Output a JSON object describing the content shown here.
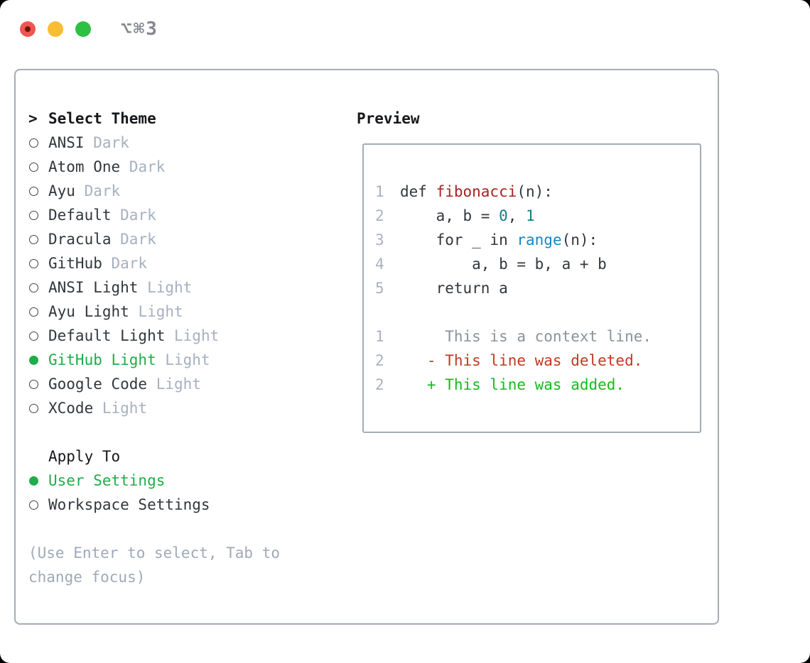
{
  "window": {
    "title": "⌥⌘3",
    "traffic_lights": [
      {
        "name": "close",
        "color": "#f0564f"
      },
      {
        "name": "minimize",
        "color": "#f9bd35"
      },
      {
        "name": "zoom",
        "color": "#2ec043"
      }
    ]
  },
  "theme_panel": {
    "prompt": ">",
    "header": "Select Theme",
    "items": [
      {
        "name": "ANSI",
        "tag": "Dark",
        "selected": false
      },
      {
        "name": "Atom One",
        "tag": "Dark",
        "selected": false
      },
      {
        "name": "Ayu",
        "tag": "Dark",
        "selected": false
      },
      {
        "name": "Default",
        "tag": "Dark",
        "selected": false
      },
      {
        "name": "Dracula",
        "tag": "Dark",
        "selected": false
      },
      {
        "name": "GitHub",
        "tag": "Dark",
        "selected": false
      },
      {
        "name": "ANSI Light",
        "tag": "Light",
        "selected": false
      },
      {
        "name": "Ayu Light",
        "tag": "Light",
        "selected": false
      },
      {
        "name": "Default Light",
        "tag": "Light",
        "selected": false
      },
      {
        "name": "GitHub Light",
        "tag": "Light",
        "selected": true
      },
      {
        "name": "Google Code",
        "tag": "Light",
        "selected": false
      },
      {
        "name": "XCode",
        "tag": "Light",
        "selected": false
      }
    ],
    "apply_to": {
      "header": "Apply To",
      "options": [
        {
          "name": "User Settings",
          "selected": true
        },
        {
          "name": "Workspace Settings",
          "selected": false
        }
      ]
    },
    "hint_lines": [
      "(Use Enter to select, Tab to",
      "change focus)"
    ]
  },
  "preview": {
    "header": "Preview",
    "code_lines": [
      {
        "num": "1",
        "segments": [
          {
            "t": "def ",
            "c": "code"
          },
          {
            "t": "fibonacci",
            "c": "func"
          },
          {
            "t": "(n):",
            "c": "code"
          }
        ]
      },
      {
        "num": "2",
        "segments": [
          {
            "t": "    a, b = ",
            "c": "code"
          },
          {
            "t": "0",
            "c": "number"
          },
          {
            "t": ", ",
            "c": "code"
          },
          {
            "t": "1",
            "c": "number"
          }
        ]
      },
      {
        "num": "3",
        "segments": [
          {
            "t": "    for _ in ",
            "c": "code"
          },
          {
            "t": "range",
            "c": "builtin"
          },
          {
            "t": "(n):",
            "c": "code"
          }
        ]
      },
      {
        "num": "4",
        "segments": [
          {
            "t": "        a, b = b, a + b",
            "c": "code"
          }
        ]
      },
      {
        "num": "5",
        "segments": [
          {
            "t": "    return a",
            "c": "code"
          }
        ]
      },
      {
        "num": "",
        "segments": []
      },
      {
        "num": "1",
        "segments": [
          {
            "t": "     This is a context line.",
            "c": "context"
          }
        ]
      },
      {
        "num": "2",
        "segments": [
          {
            "t": "   - This line was deleted.",
            "c": "deleted"
          }
        ]
      },
      {
        "num": "2",
        "segments": [
          {
            "t": "   + This line was added.",
            "c": "added"
          }
        ]
      }
    ]
  },
  "palette": {
    "bg": "#ffffff",
    "outside": "#000000",
    "border": "#a4acb6",
    "text": "#32373d",
    "heading": "#16181b",
    "muted": "#a6b0bf",
    "hint": "#9fa9b7",
    "title": "#85898f",
    "linenum": "#a9b2bf",
    "context": "#8b929b",
    "green": "#1fad49",
    "added": "#13bd1b",
    "deleted": "#c1391f",
    "func": "#a5231f",
    "number": "#0f7f88",
    "builtin": "#1387c9",
    "light_red": "#f0564f",
    "light_red_dot": "#73100a",
    "light_yellow": "#f9bd35",
    "light_green": "#2ec043"
  }
}
